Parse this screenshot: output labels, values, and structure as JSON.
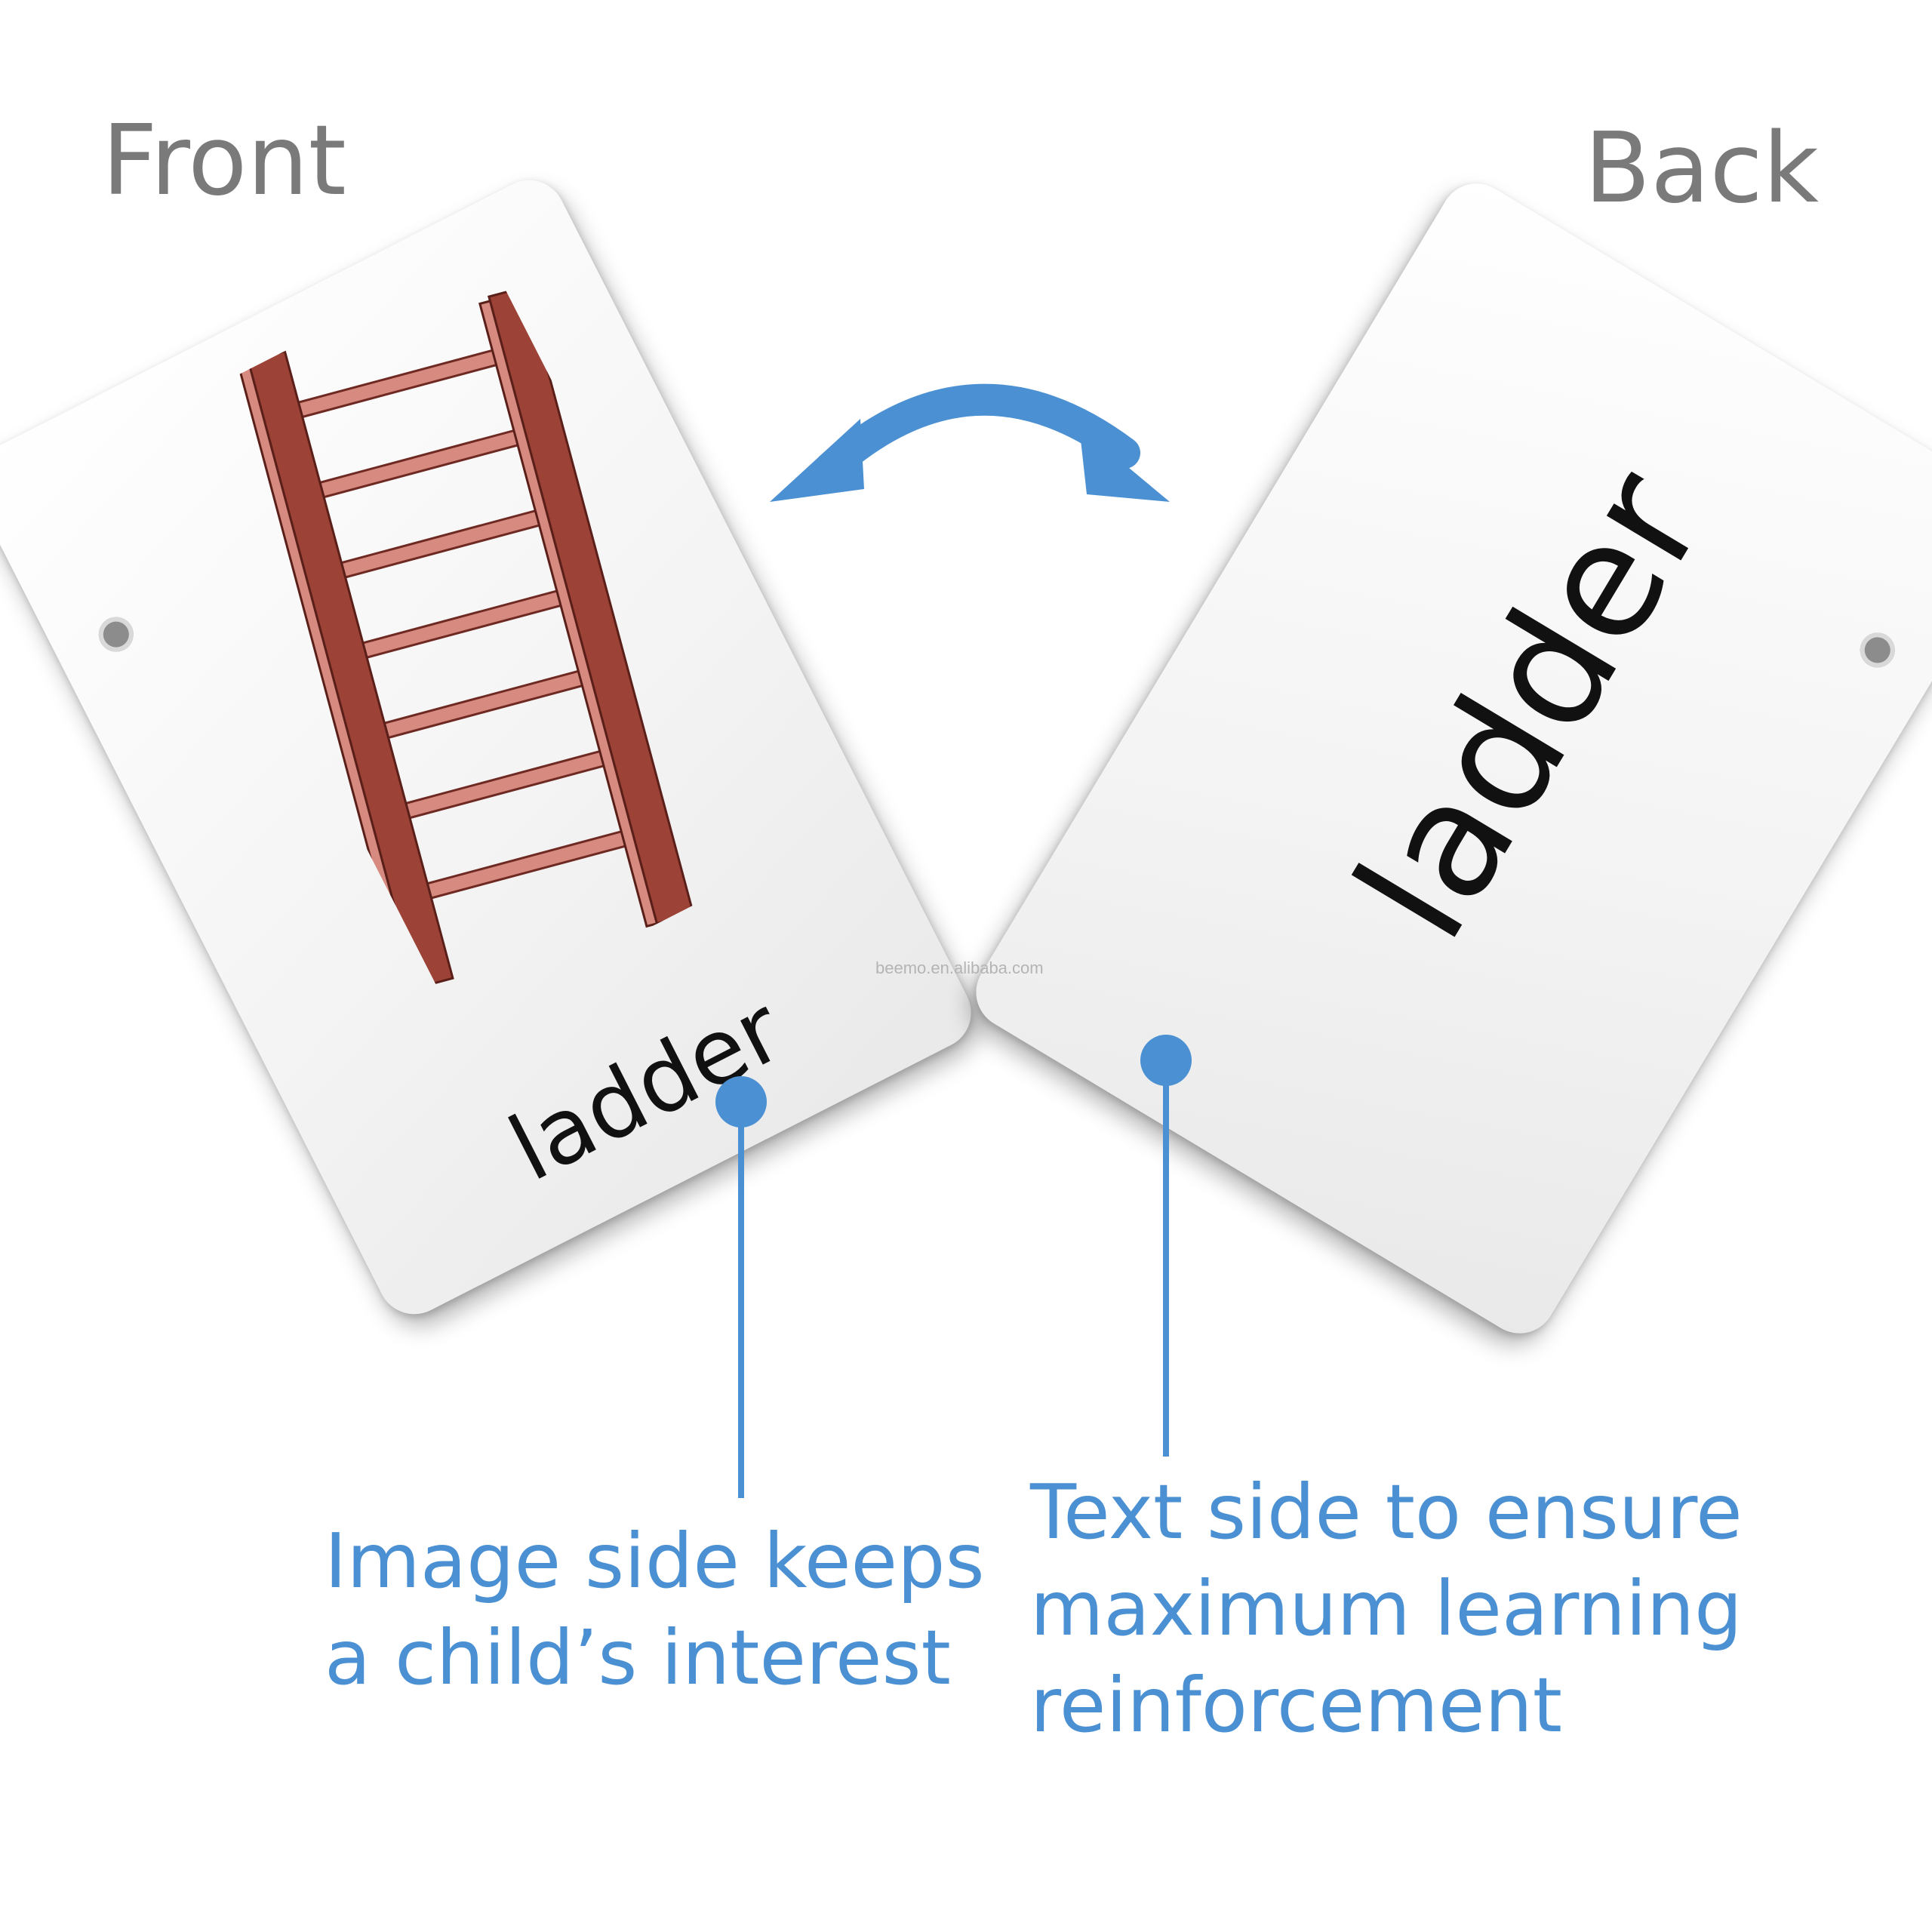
{
  "headings": {
    "front": "Front",
    "back": "Back"
  },
  "front_card": {
    "word": "ladder",
    "picture": "ladder-illustration"
  },
  "back_card": {
    "word": "ladder"
  },
  "watermark": "beemo.en.alibaba.com",
  "callouts": {
    "front": [
      "Image side keeps",
      "a child’s interest"
    ],
    "back": [
      "Text side to ensure",
      "maximum learning",
      "reinforcement"
    ]
  },
  "icons": [
    "flip-arrow-icon",
    "hole-punch-icon",
    "callout-pin-icon"
  ],
  "colors": {
    "accent": "#4a90d2",
    "heading": "#7a7a7a",
    "ladder": "#9c4236",
    "ladder_light": "#d68a80"
  }
}
